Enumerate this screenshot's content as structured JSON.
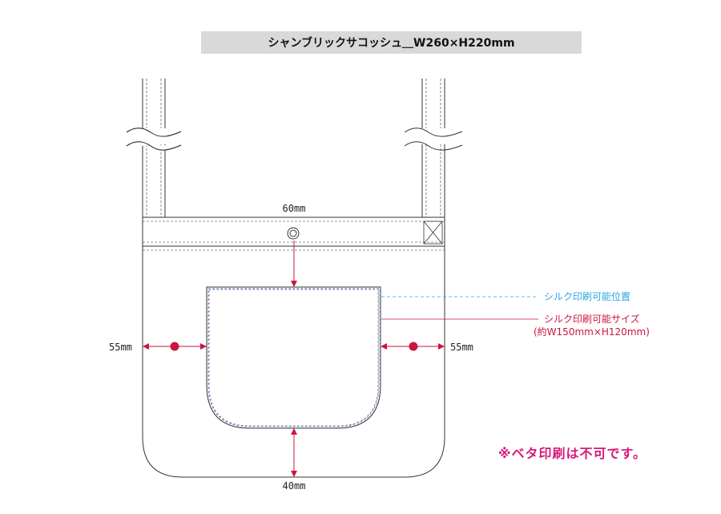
{
  "title": "シャンブリックサコッシュ＿W260×H220mm",
  "dimensions": {
    "top": "60mm",
    "left": "55mm",
    "right": "55mm",
    "bottom": "40mm"
  },
  "labels": {
    "print_position": "シルク印刷可能位置",
    "print_size": "シルク印刷可能サイズ",
    "print_size_detail": "(約W150mm×H120mm)"
  },
  "note": "※ベタ印刷は不可です。",
  "colors": {
    "outline": "#333333",
    "dimension_line": "#c9163c",
    "print_position": "#2aa7e0",
    "print_area_dash": "#c9163c",
    "note": "#d6197a",
    "title_bg": "#d9d9d9"
  }
}
